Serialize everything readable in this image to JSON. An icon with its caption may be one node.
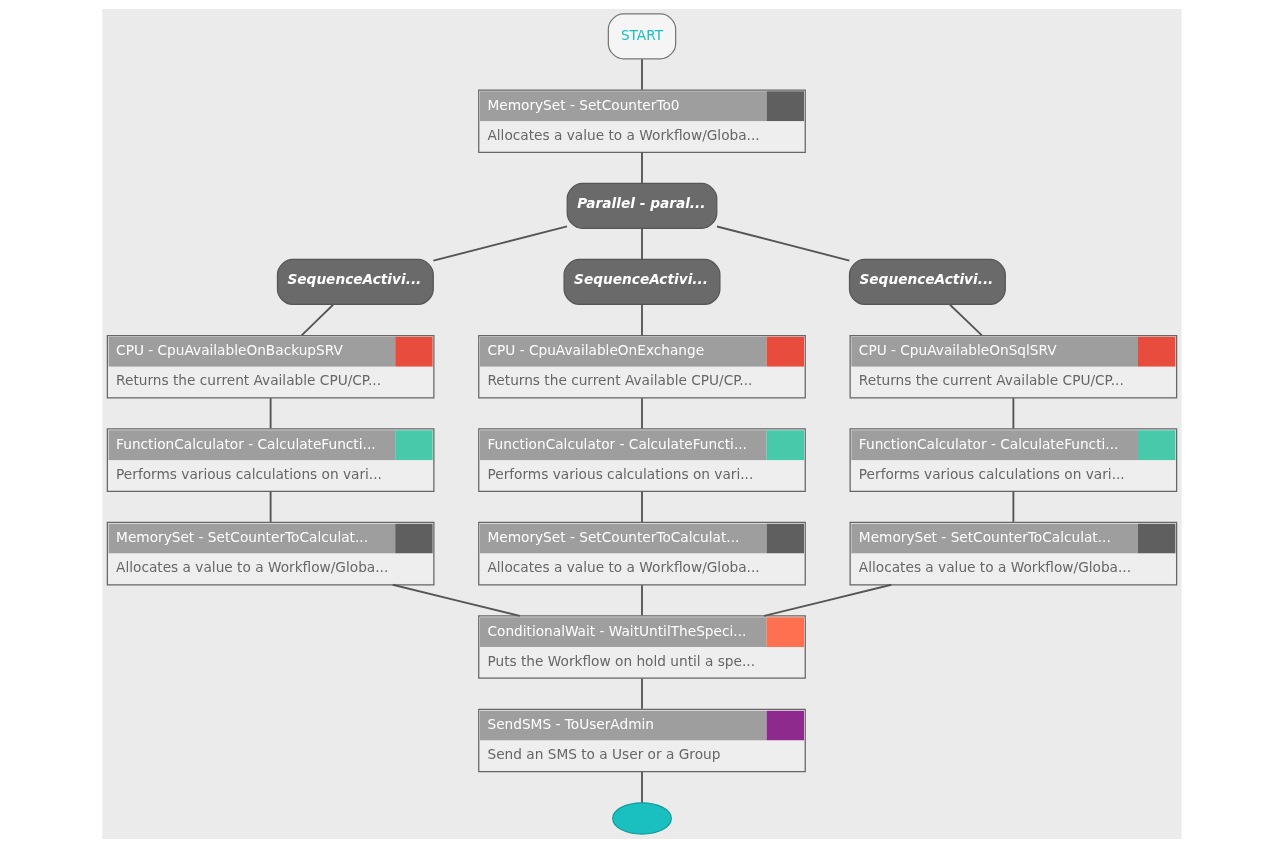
{
  "diagram": {
    "nodes": [
      {
        "text": [
          "START"
        ]
      },
      {
        "text": [
          "MemorySet - SetCounterTo0",
          "Allocates a value to a Workflow/Globa..."
        ]
      },
      {
        "text": [
          "Parallel - paral..."
        ]
      },
      {
        "text": [
          "SequenceActivi..."
        ]
      },
      {
        "text": [
          "SequenceActivi..."
        ]
      },
      {
        "text": [
          "SequenceActivi..."
        ]
      },
      {
        "text": [
          "CPU - CpuAvailableOnBackupSRV",
          "Returns the current Available CPU/CP..."
        ]
      },
      {
        "text": [
          "FunctionCalculator - CalculateFuncti...",
          "Performs various calculations on vari..."
        ]
      },
      {
        "text": [
          "MemorySet - SetCounterToCalculat...",
          "Allocates a value to a Workflow/Globa..."
        ]
      },
      {
        "text": [
          "CPU - CpuAvailableOnExchange",
          "Returns the current Available CPU/CP..."
        ]
      },
      {
        "text": [
          "FunctionCalculator - CalculateFuncti...",
          "Performs various calculations on vari..."
        ]
      },
      {
        "text": [
          "MemorySet - SetCounterToCalculat...",
          "Allocates a value to a Workflow/Globa..."
        ]
      },
      {
        "text": [
          "CPU - CpuAvailableOnSqlSRV",
          "Returns the current Available CPU/CP..."
        ]
      },
      {
        "text": [
          "FunctionCalculator - CalculateFuncti...",
          "Performs various calculations on vari..."
        ]
      },
      {
        "text": [
          "MemorySet - SetCounterToCalculat...",
          "Allocates a value to a Workflow/Globa..."
        ]
      },
      {
        "text": [
          "ConditionalWait - WaitUntilTheSpeci...",
          "Puts the Workflow on hold until a spe..."
        ]
      },
      {
        "text": [
          "SendSMS - ToUserAdmin",
          "Send an SMS to a User or a Group"
        ]
      },
      {
        "text": [],
        "shape": "ellipse"
      }
    ],
    "edges": [
      {
        "from": 0,
        "to": 1,
        "arrow": "none"
      },
      {
        "from": 1,
        "to": 2,
        "arrow": "none"
      },
      {
        "from": 2,
        "to": 3,
        "arrow": "none"
      },
      {
        "from": 2,
        "to": 4,
        "arrow": "none"
      },
      {
        "from": 2,
        "to": 5,
        "arrow": "none"
      },
      {
        "from": 3,
        "to": 6,
        "arrow": "none"
      },
      {
        "from": 6,
        "to": 7,
        "arrow": "none"
      },
      {
        "from": 7,
        "to": 8,
        "arrow": "none"
      },
      {
        "from": 4,
        "to": 9,
        "arrow": "none"
      },
      {
        "from": 9,
        "to": 10,
        "arrow": "none"
      },
      {
        "from": 10,
        "to": 11,
        "arrow": "none"
      },
      {
        "from": 5,
        "to": 12,
        "arrow": "none"
      },
      {
        "from": 12,
        "to": 13,
        "arrow": "none"
      },
      {
        "from": 13,
        "to": 14,
        "arrow": "none"
      },
      {
        "from": 8,
        "to": 15,
        "arrow": "none"
      },
      {
        "from": 11,
        "to": 15,
        "arrow": "none"
      },
      {
        "from": 14,
        "to": 15,
        "arrow": "none"
      },
      {
        "from": 15,
        "to": 16,
        "arrow": "none"
      },
      {
        "from": 16,
        "to": 17,
        "arrow": "none"
      }
    ]
  }
}
